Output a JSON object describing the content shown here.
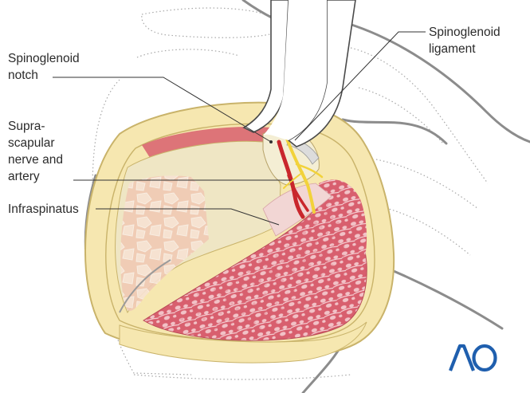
{
  "labels": {
    "spinoglenoid_notch": [
      "Spinoglenoid",
      "notch"
    ],
    "suprascapular": [
      "Supra-",
      "scapular",
      "nerve and",
      "artery"
    ],
    "infraspinatus": [
      "Infraspinatus"
    ],
    "spinoglenoid_ligament": [
      "Spinoglenoid",
      "ligament"
    ]
  },
  "logo": {
    "text": "AO",
    "color": "#1f5fae"
  },
  "colors": {
    "outline": "#8c8c8c",
    "fat": "#f6e7b0",
    "fat_edge": "#c9b36a",
    "muscle": "#d85f6e",
    "bone": "#efe6c4",
    "artery": "#c9262c",
    "nerve": "#f2d23a",
    "instrument": "#ffffff"
  }
}
